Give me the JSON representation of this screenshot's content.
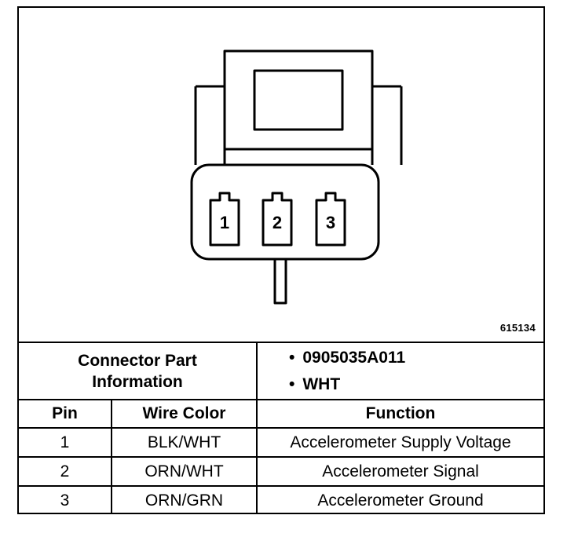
{
  "diagram": {
    "id_label": "615134",
    "pins": [
      "1",
      "2",
      "3"
    ]
  },
  "connector_info": {
    "label_line1": "Connector Part",
    "label_line2": "Information",
    "part_number": "0905035A011",
    "color": "WHT",
    "bullet": "•"
  },
  "table": {
    "headers": {
      "pin": "Pin",
      "wire_color": "Wire Color",
      "function": "Function"
    },
    "rows": [
      {
        "pin": "1",
        "wire_color": "BLK/WHT",
        "function": "Accelerometer Supply Voltage"
      },
      {
        "pin": "2",
        "wire_color": "ORN/WHT",
        "function": "Accelerometer Signal"
      },
      {
        "pin": "3",
        "wire_color": "ORN/GRN",
        "function": "Accelerometer Ground"
      }
    ]
  }
}
